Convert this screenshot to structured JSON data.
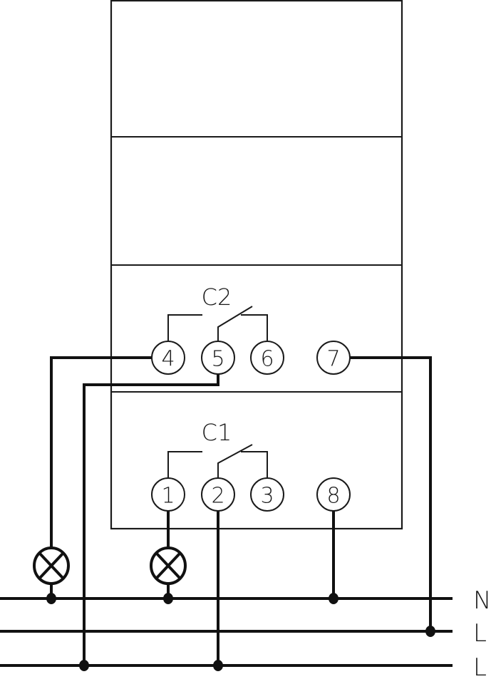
{
  "diagram": {
    "title": "",
    "contacts": [
      {
        "id": "c2",
        "label": "C2",
        "terminals": [
          "4",
          "5",
          "6"
        ]
      },
      {
        "id": "c1",
        "label": "C1",
        "terminals": [
          "1",
          "2",
          "3"
        ]
      }
    ],
    "terminals": {
      "t1": "1",
      "t2": "2",
      "t3": "3",
      "t4": "4",
      "t5": "5",
      "t6": "6",
      "t7": "7",
      "t8": "8"
    },
    "lines": [
      {
        "id": "n",
        "label": "N"
      },
      {
        "id": "l1",
        "label": "L"
      },
      {
        "id": "l2",
        "label": "L"
      }
    ],
    "colors": {
      "stroke": "#111111",
      "background": "#ffffff"
    }
  }
}
